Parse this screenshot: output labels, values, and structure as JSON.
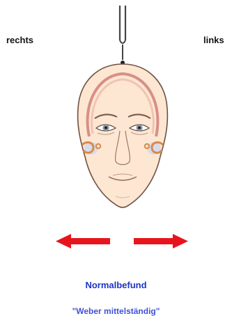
{
  "labels": {
    "right_side": "rechts",
    "left_side": "links"
  },
  "captions": {
    "main": "Normalbefund",
    "sub": "\"Weber mittelständig\""
  },
  "colors": {
    "arrow": "#e8141c",
    "caption_main": "#1c34c4",
    "caption_sub": "#3f52d4",
    "skin": "#fde6d2",
    "skull_outline": "#d88f86",
    "ear_structures": "#d98a4a",
    "fork": "#444444"
  },
  "icons": {
    "fork": "tuning-fork-icon",
    "head": "head-icon",
    "arrow_right": "arrow-right-icon",
    "arrow_left": "arrow-left-icon"
  }
}
